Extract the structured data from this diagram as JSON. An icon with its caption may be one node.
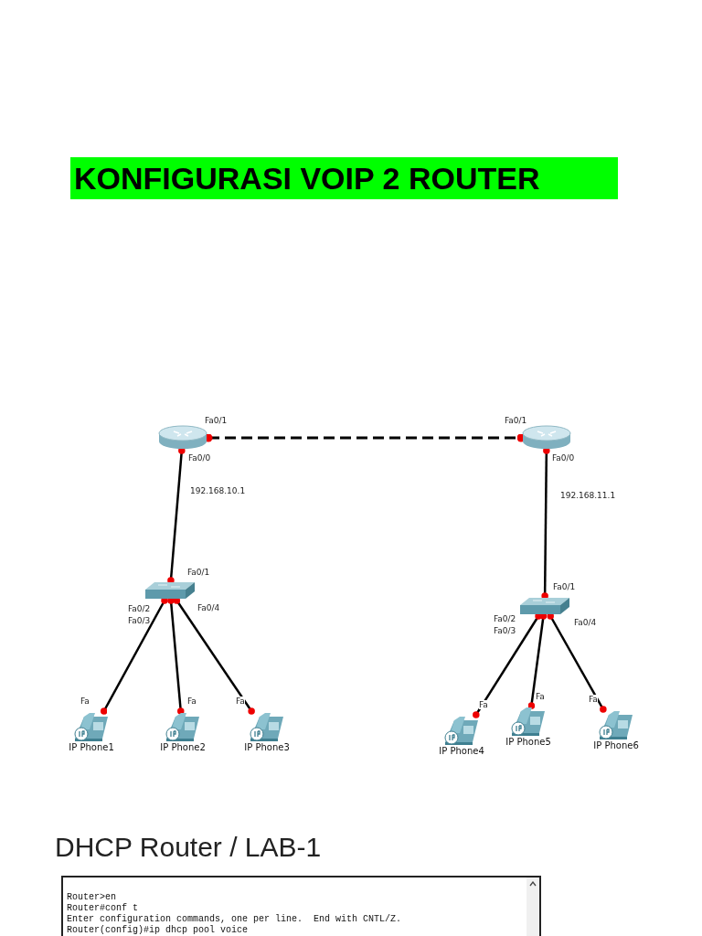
{
  "diagram": {
    "title": "KONFIGURASI VOIP 2 ROUTER",
    "nodes": [
      {
        "text": [],
        "shape": "router",
        "beside": [
          "Fa0/1",
          "Fa0/0",
          "192.168.10.1"
        ]
      },
      {
        "text": [],
        "shape": "router",
        "beside": [
          "Fa0/1",
          "Fa0/0",
          "192.168.11.1"
        ]
      },
      {
        "text": [],
        "shape": "switch",
        "beside": [
          "Fa0/1",
          "Fa0/4",
          "Fa0/3",
          "Fa0/2"
        ]
      },
      {
        "text": [],
        "shape": "switch",
        "beside": [
          "Fa0/1",
          "Fa0/4",
          "Fa0/2",
          "Fa0/3"
        ]
      },
      {
        "text": [
          "IP Phone1"
        ],
        "beside": [
          "Fa"
        ]
      },
      {
        "text": [
          "IP Phone2"
        ],
        "beside": [
          "Fa"
        ]
      },
      {
        "text": [
          "IP Phone3"
        ],
        "beside": [
          "Fa"
        ]
      },
      {
        "text": [
          "IP Phone4"
        ],
        "beside": [
          "Fa"
        ]
      },
      {
        "text": [
          "IP Phone5"
        ],
        "beside": [
          "Fa"
        ]
      },
      {
        "text": [
          "IP Phone6"
        ],
        "beside": [
          "Fa"
        ]
      }
    ],
    "edges": [
      {
        "from": 0,
        "to": 1,
        "arrow": "other",
        "style": "dashed"
      },
      {
        "from": 0,
        "to": 2,
        "arrow": "other"
      },
      {
        "from": 1,
        "to": 3,
        "arrow": "other"
      },
      {
        "from": 2,
        "to": 4,
        "arrow": "other"
      },
      {
        "from": 2,
        "to": 5,
        "arrow": "other"
      },
      {
        "from": 2,
        "to": 6,
        "arrow": "other"
      },
      {
        "from": 3,
        "to": 7,
        "arrow": "other"
      },
      {
        "from": 3,
        "to": 8,
        "arrow": "other"
      },
      {
        "from": 3,
        "to": 9,
        "arrow": "other"
      }
    ],
    "labels": [
      "DHCP Router / LAB-1",
      "Router>en",
      "Router#conf t",
      "Enter configuration commands, one per line.  End with CNTL/Z.",
      "Router(config)#ip dhcp pool voice"
    ]
  }
}
